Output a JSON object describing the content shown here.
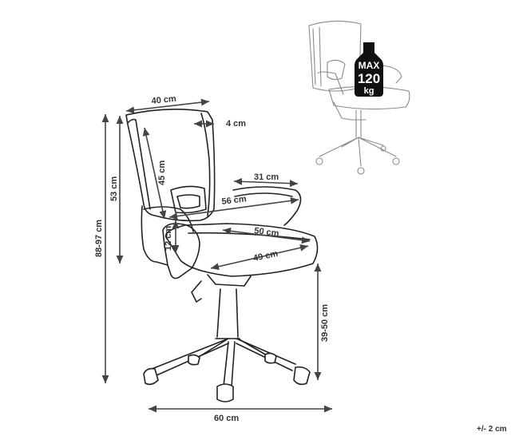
{
  "dimensions": {
    "seat_depth_top": "40 cm",
    "back_thickness": "4 cm",
    "backrest_height": "45 cm",
    "armrest_length": "31 cm",
    "back_total_height": "53 cm",
    "total_height": "88-97 cm",
    "width_56": "56 cm",
    "arm_height": "12 cm",
    "seat_width": "50 cm",
    "seat_depth": "49 cm",
    "seat_height": "39-50 cm",
    "base_width": "60 cm",
    "tolerance": "+/- 2 cm"
  },
  "max_load_badge": {
    "line1": "MAX",
    "line2": "120",
    "line3": "kg"
  },
  "colors": {
    "line": "#222222",
    "dimension": "#444444",
    "ghost": "#8a8a8a",
    "badge": "#111111"
  }
}
